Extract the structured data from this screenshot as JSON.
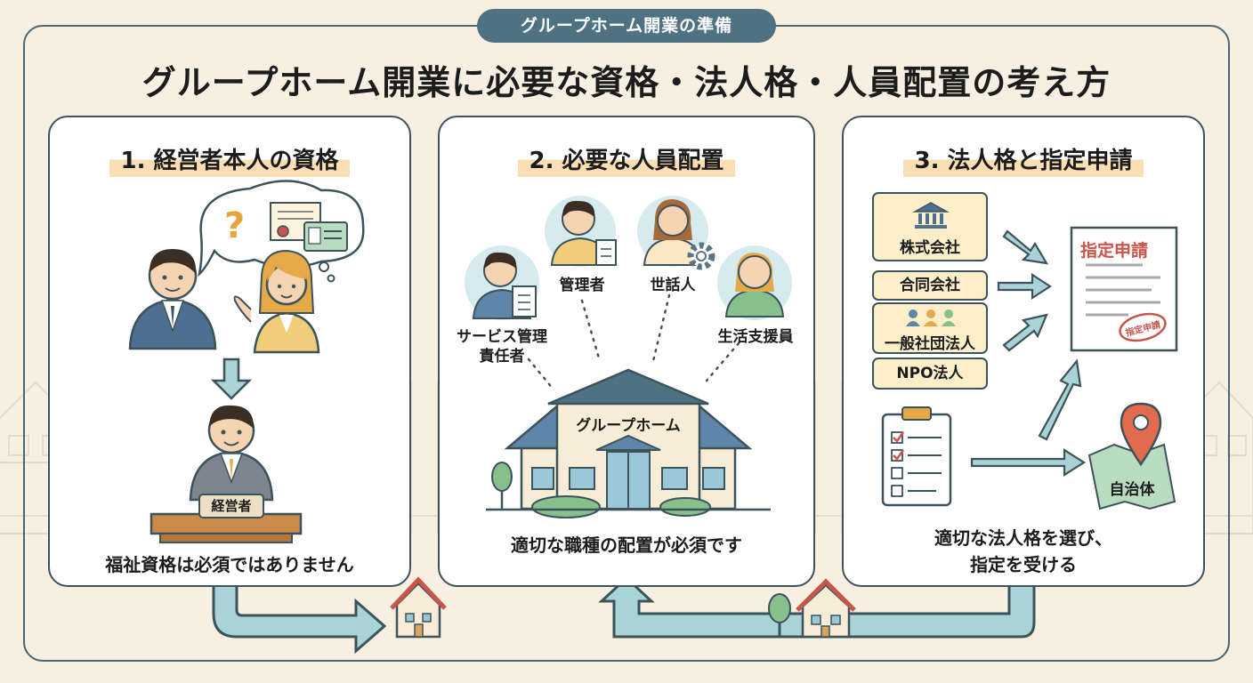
{
  "header": {
    "tag": "グループホーム開業の準備",
    "title": "グループホーム開業に必要な資格・法人格・人員配置の考え方"
  },
  "panels": [
    {
      "title": "1. 経営者本人の資格",
      "nameplate": "経営者",
      "caption": "福祉資格は必須ではありません"
    },
    {
      "title": "2. 必要な人員配置",
      "roles": [
        "サービス管理\n責任者",
        "管理者",
        "世話人",
        "生活支援員"
      ],
      "house_label": "グループホーム",
      "caption": "適切な職種の配置が必須です"
    },
    {
      "title": "3. 法人格と指定申請",
      "entities": [
        "株式会社",
        "合同会社",
        "一般社団法人",
        "NPO法人"
      ],
      "document_title": "指定申請",
      "stamp": "指定申請",
      "municipality": "自治体",
      "caption": "適切な法人格を選び、\n指定を受ける"
    }
  ],
  "colors": {
    "background": "#f7efe1",
    "frame": "#4a6670",
    "tag": "#4f7283",
    "highlight": "#f9dfb3",
    "arrow": "#8fc3c9",
    "document_red": "#c9544a"
  }
}
